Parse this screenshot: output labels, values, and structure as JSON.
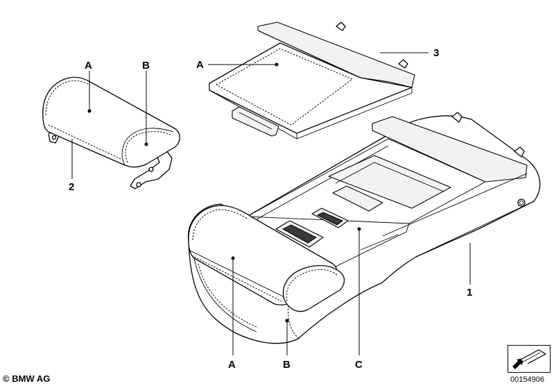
{
  "callouts": {
    "part1": "1",
    "part2": "2",
    "part3": "3",
    "a_top": "A",
    "a_small": "A",
    "b_small": "B",
    "a_main": "A",
    "b_main": "B",
    "c_main": "C"
  },
  "footer": {
    "copyright": "© BMW AG",
    "doc_number": "00154906"
  },
  "icons": {
    "nav": "arrow-icon"
  }
}
